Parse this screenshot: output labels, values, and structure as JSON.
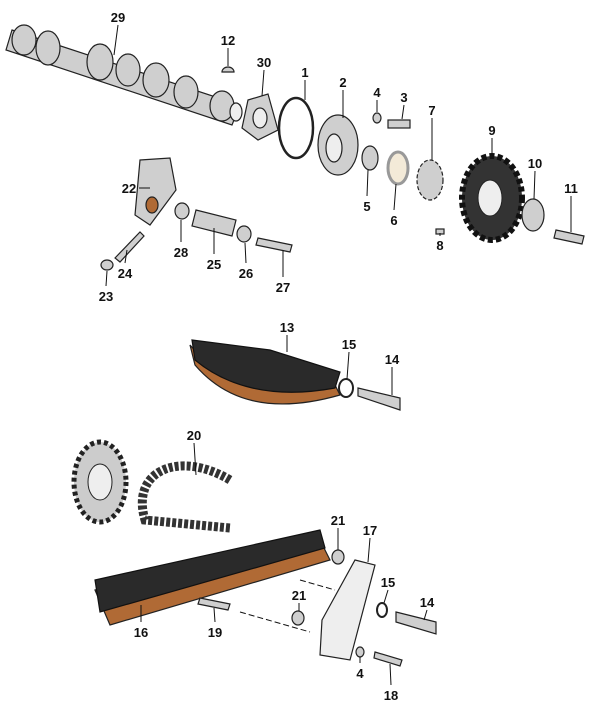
{
  "title": "Camshaft drive exploded parts diagram",
  "callouts": [
    "29",
    "12",
    "30",
    "1",
    "2",
    "4",
    "3",
    "7",
    "9",
    "10",
    "11",
    "5",
    "6",
    "8",
    "22",
    "28",
    "25",
    "26",
    "27",
    "24",
    "23",
    "13",
    "15",
    "14",
    "20",
    "21",
    "17",
    "15",
    "14",
    "21",
    "16",
    "19",
    "4",
    "18"
  ]
}
